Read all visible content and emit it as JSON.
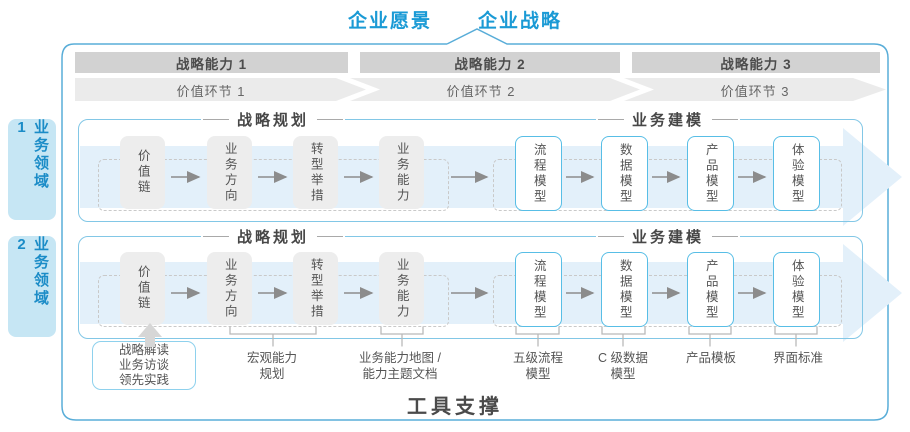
{
  "header": {
    "vision": "企业愿景",
    "strategy": "企业战略"
  },
  "capability_bars": [
    "战略能力 1",
    "战略能力 2",
    "战略能力 3"
  ],
  "value_links": [
    "价值环节 1",
    "价值环节 2",
    "价值环节 3"
  ],
  "domains": [
    "业务领域 1",
    "业务领域 2"
  ],
  "rows": [
    {
      "planning_title": "战略规划",
      "modeling_title": "业务建模",
      "boxes": [
        "价值链",
        "业务方向",
        "转型举措",
        "业务能力",
        "流程模型",
        "数据模型",
        "产品模型",
        "体验模型"
      ]
    },
    {
      "planning_title": "战略规划",
      "modeling_title": "业务建模",
      "boxes": [
        "价值链",
        "业务方向",
        "转型举措",
        "业务能力",
        "流程模型",
        "数据模型",
        "产品模型",
        "体验模型"
      ]
    }
  ],
  "annotations": {
    "interview": {
      "lines": [
        "战略解读",
        "业务访谈",
        "领先实践"
      ]
    },
    "items": [
      {
        "lines": [
          "宏观能力",
          "规划"
        ]
      },
      {
        "lines": [
          "业务能力地图 /",
          "能力主题文档"
        ]
      },
      {
        "lines": [
          "五级流程",
          "模型"
        ]
      },
      {
        "lines": [
          "C 级数据",
          "模型"
        ]
      },
      {
        "lines": [
          "产品模板"
        ]
      },
      {
        "lines": [
          "界面标准"
        ]
      }
    ]
  },
  "footer": {
    "tool_support": "工具支撑"
  },
  "colors": {
    "accent_blue": "#1a9ad5",
    "frame_border": "#59add8",
    "panel_border": "#82c7e6",
    "box_border": "#58bee6",
    "sidebar_bg": "#c6e6f4",
    "sidebar_text": "#1b8cc7",
    "bar_gray": "#d2d2d2",
    "chevron_gray": "#ebebeb",
    "flow_band_blue": "#e3f0fa",
    "arrow_gray": "#8c8c8c"
  }
}
